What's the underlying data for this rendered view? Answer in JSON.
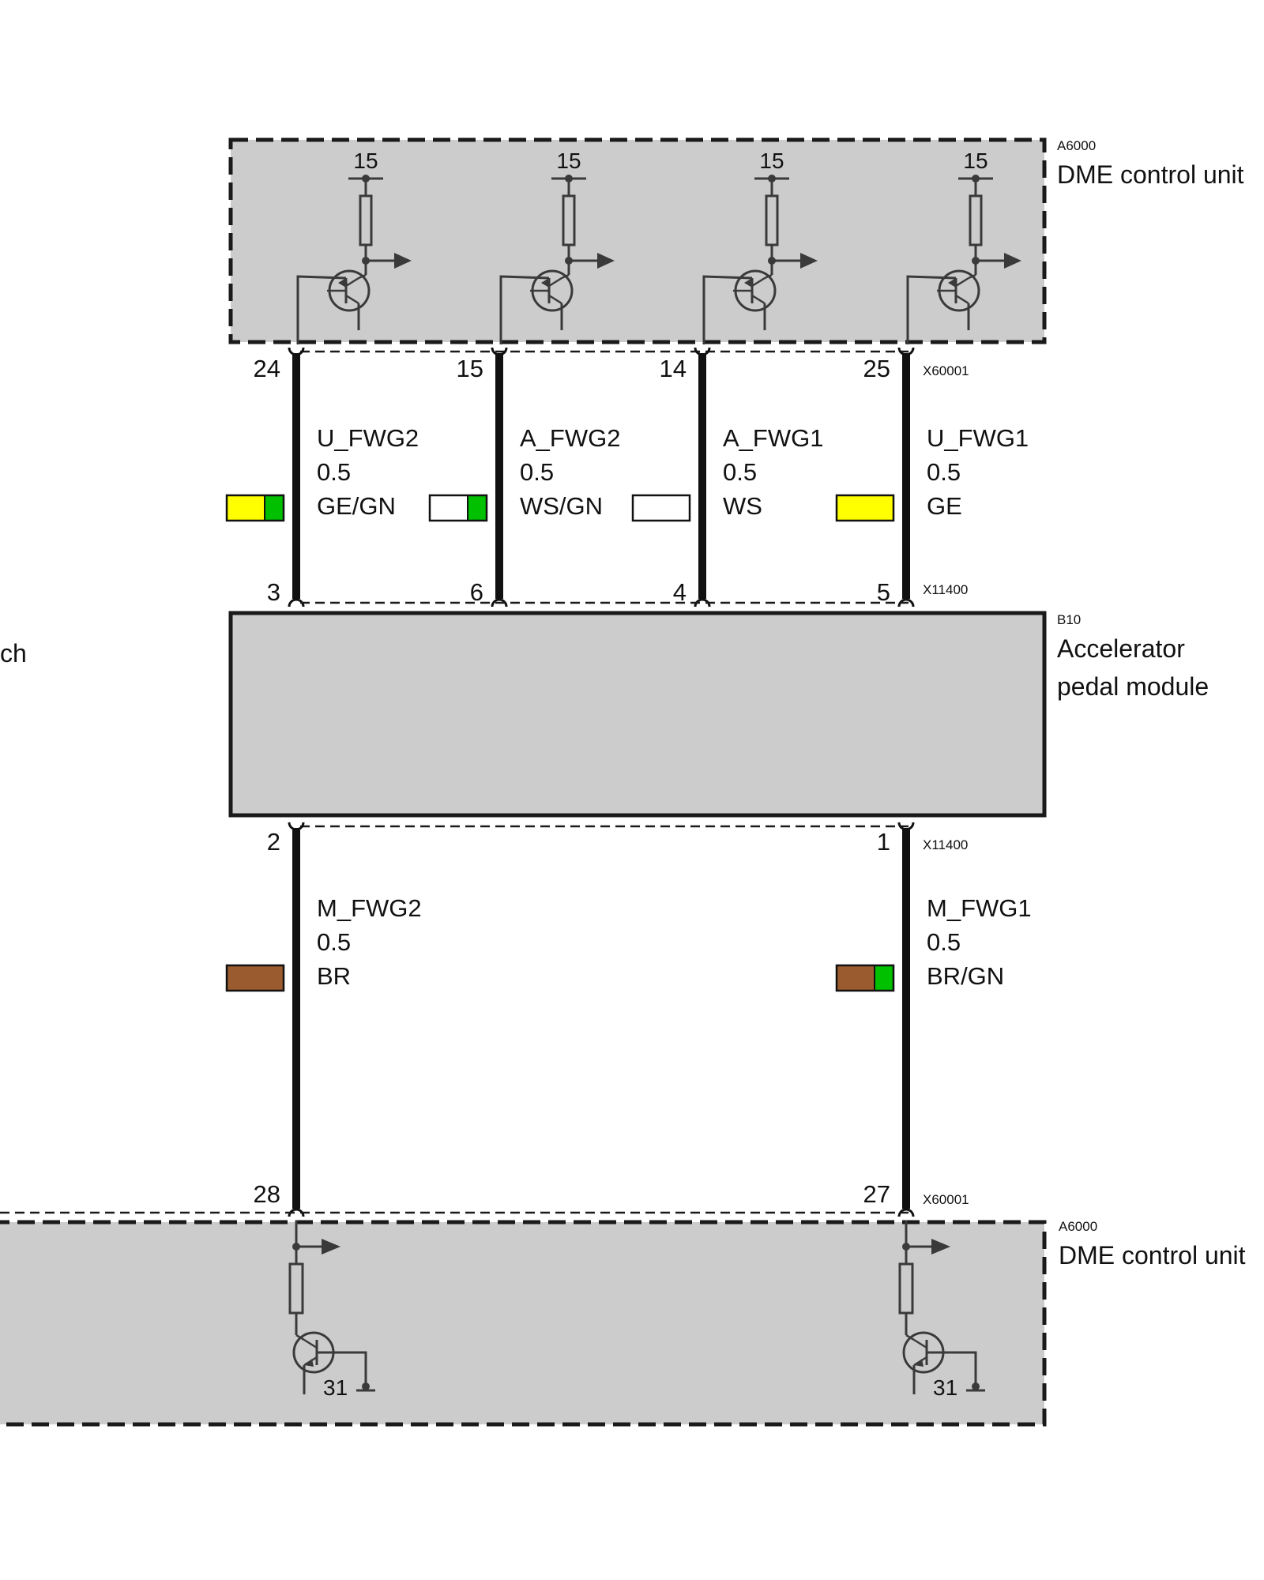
{
  "modules": {
    "dme_top": {
      "code": "A6000",
      "name": "DME control unit"
    },
    "pedal": {
      "code": "B10",
      "name_line1": "Accelerator",
      "name_line2": "pedal module",
      "left_cut_text": "ch"
    },
    "dme_bottom": {
      "code": "A6000",
      "name": "DME control unit"
    }
  },
  "connectors": {
    "top": "X60001",
    "pedal_top": "X11400",
    "pedal_bottom": "X11400",
    "bottom": "X60001"
  },
  "supply_terminal": "15",
  "ground_terminal": "31",
  "upper_wires": [
    {
      "dme_pin": "24",
      "pedal_pin": "3",
      "signal": "U_FWG2",
      "gauge": "0.5",
      "color_code": "GE/GN",
      "colors": [
        "#ffff00",
        "#00c000"
      ]
    },
    {
      "dme_pin": "15",
      "pedal_pin": "6",
      "signal": "A_FWG2",
      "gauge": "0.5",
      "color_code": "WS/GN",
      "colors": [
        "#ffffff",
        "#00c000"
      ]
    },
    {
      "dme_pin": "14",
      "pedal_pin": "4",
      "signal": "A_FWG1",
      "gauge": "0.5",
      "color_code": "WS",
      "colors": [
        "#ffffff"
      ]
    },
    {
      "dme_pin": "25",
      "pedal_pin": "5",
      "signal": "U_FWG1",
      "gauge": "0.5",
      "color_code": "GE",
      "colors": [
        "#ffff00"
      ]
    }
  ],
  "lower_wires": [
    {
      "pedal_pin": "2",
      "dme_pin": "28",
      "signal": "M_FWG2",
      "gauge": "0.5",
      "color_code": "BR",
      "colors": [
        "#9a5c2e"
      ]
    },
    {
      "pedal_pin": "1",
      "dme_pin": "27",
      "signal": "M_FWG1",
      "gauge": "0.5",
      "color_code": "BR/GN",
      "colors": [
        "#9a5c2e",
        "#00c000"
      ]
    }
  ]
}
